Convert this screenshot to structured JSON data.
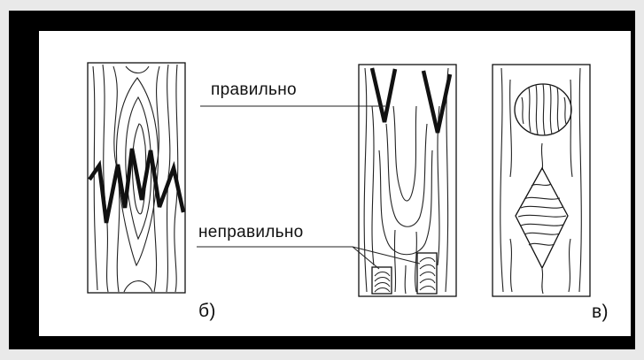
{
  "labels": {
    "correct": "правильно",
    "incorrect": "неправильно",
    "figure_b": "б)",
    "figure_v": "в)"
  }
}
